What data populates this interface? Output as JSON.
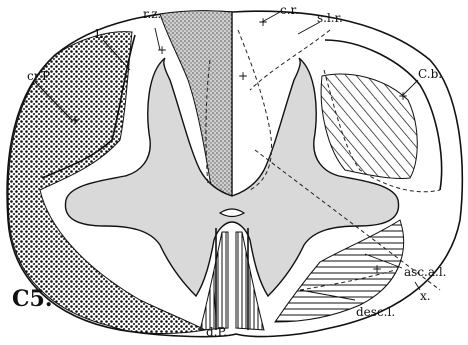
{
  "figure": {
    "section_label": "C5.",
    "labels": {
      "rz": "r.z.",
      "cr": "c.r.",
      "slr": "s.l.r.",
      "L": "L.",
      "crP": "cr.P",
      "Cb": "C.b.",
      "asc": "asc.a.l.",
      "x": "x.",
      "desc": "desc.l.",
      "dP": "d.P."
    }
  }
}
